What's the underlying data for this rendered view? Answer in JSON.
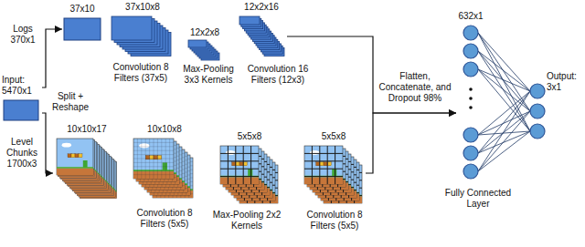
{
  "diagram": {
    "nodes": [
      {
        "text": [
          "Input: 5470x1"
        ]
      },
      {
        "text": [
          "37x10"
        ]
      },
      {
        "text": [
          "37x10x8"
        ]
      },
      {
        "text": [
          "12x2x8"
        ]
      },
      {
        "text": [
          "12x2x16"
        ]
      },
      {
        "text": [
          "10x10x17"
        ]
      },
      {
        "text": [
          "10x10x8"
        ]
      },
      {
        "text": [
          "5x5x8"
        ]
      },
      {
        "text": [
          "5x5x8"
        ]
      },
      {
        "text": [
          "632x1"
        ]
      },
      {
        "text": [
          "Output: 3x1"
        ]
      }
    ],
    "edges": [
      {
        "from": 0,
        "to": 1,
        "arrow": "to",
        "label": "Logs 370x1"
      },
      {
        "from": 0,
        "to": 5,
        "arrow": "to",
        "label": "Level Chunks 1700x3"
      },
      {
        "from": 4,
        "to": 9,
        "arrow": "to"
      },
      {
        "from": 8,
        "to": 9,
        "arrow": "to"
      }
    ],
    "labels": [
      "Split + Reshape",
      "Convolution 8 Filters (37x5)",
      "Max-Pooling 3x3 Kernels",
      "Convolution 16 Filters (12x3)",
      "Flatten, Concatenate, and Dropout 98%",
      "Convolution 8 Filters (5x5)",
      "Max-Pooling 2x2 Kernels",
      "Convolution 8 Filters (5x5)",
      "Fully Connected Layer"
    ]
  }
}
